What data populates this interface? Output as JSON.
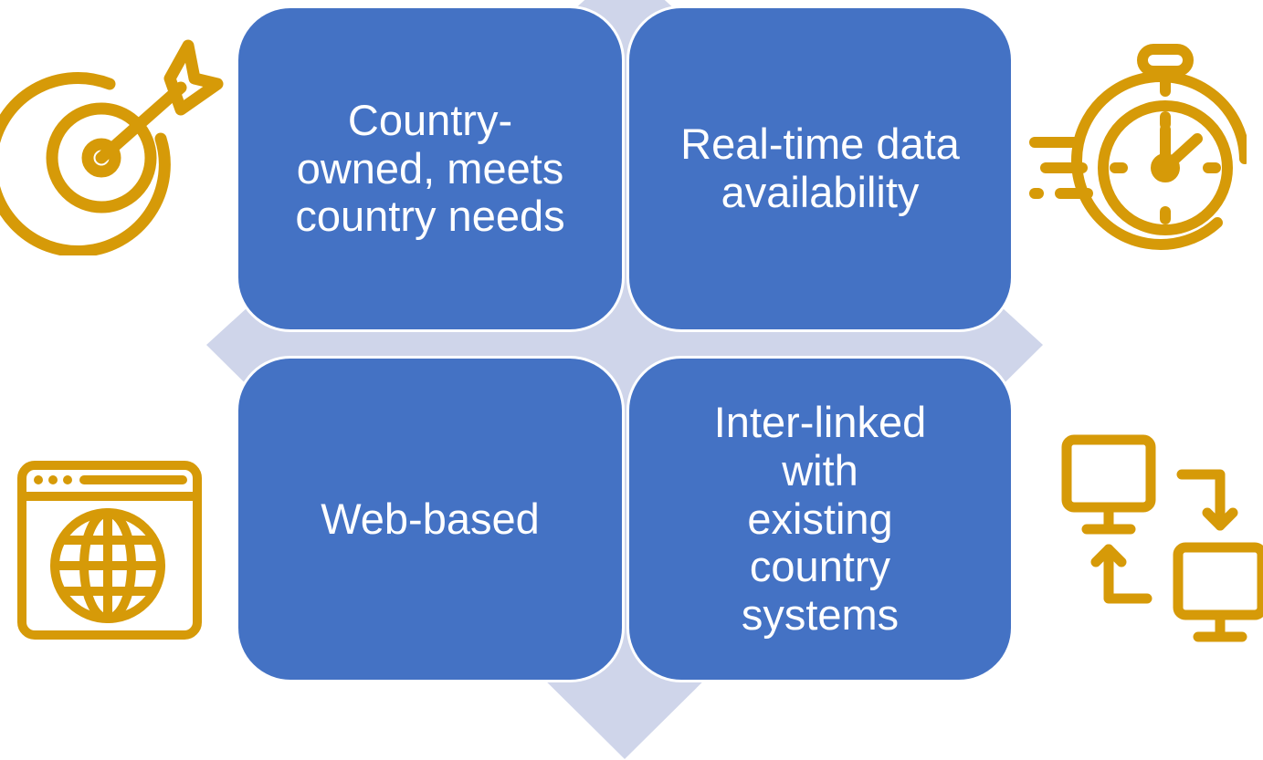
{
  "colors": {
    "tile": "#4472c4",
    "diamond": "#cfd5ea",
    "icon": "#d69a08",
    "text": "#ffffff"
  },
  "tiles": [
    {
      "label": "Country-\nowned, meets\ncountry needs",
      "icon": "target-icon"
    },
    {
      "label": "Real-time data\navailability",
      "icon": "stopwatch-icon"
    },
    {
      "label": "Web-based",
      "icon": "web-browser-globe-icon"
    },
    {
      "label": "Inter-linked\nwith\nexisting\ncountry\nsystems",
      "icon": "network-computers-icon"
    }
  ]
}
